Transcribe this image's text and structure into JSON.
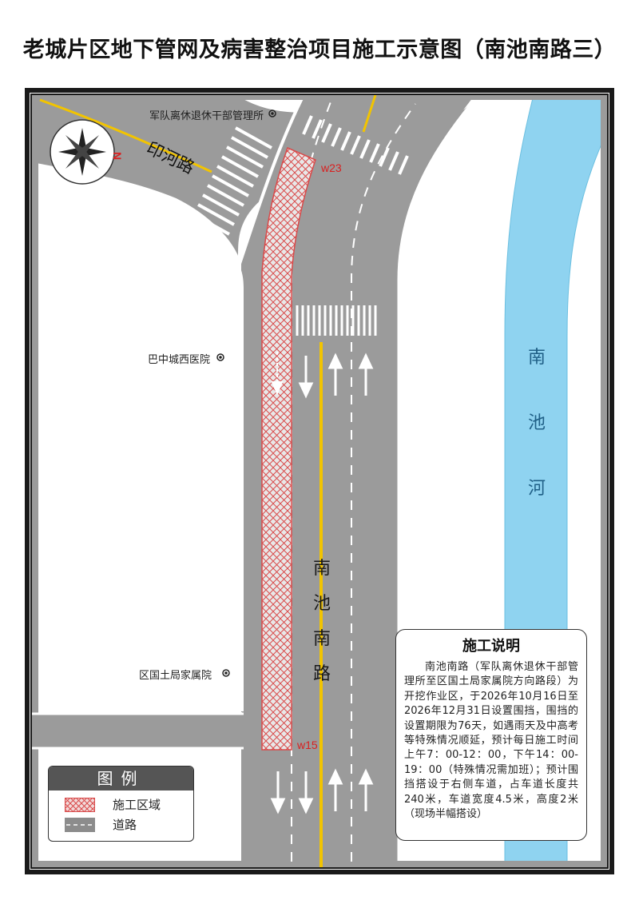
{
  "title": "老城片区地下管网及病害整治项目施工示意图（南池南路三）",
  "labels": {
    "road_yinhe": "印河路",
    "road_nanchi": [
      "南",
      "池",
      "南",
      "路"
    ],
    "river": [
      "南",
      "池",
      "河"
    ],
    "poi_military": "军队离休退休干部管理所",
    "poi_hospital": "巴中城西医院",
    "poi_land_bureau": "区国土局家属院",
    "point_start": "w23",
    "point_end": "w15",
    "compass_n": "N"
  },
  "legend": {
    "title": "图例",
    "items": [
      {
        "label": "施工区域",
        "swatch": "construction"
      },
      {
        "label": "道路",
        "swatch": "road"
      }
    ]
  },
  "notes": {
    "title": "施工说明",
    "body": "南池南路（军队离休退休干部管理所至区国土局家属院方向路段）为开挖作业区，于2026年10月16日至2026年12月31日设置围挡，围挡的设置期限为76天，如遇雨天及中高考等特殊情况顺延，预计每日施工时间上午7：00-12：00，下午14：00-19：00（特殊情况需加班）；预计围挡搭设于右侧车道，占车道长度共240米，车道宽度4.5米，高度2米（现场半幅搭设）"
  },
  "colors": {
    "road": "#9b9b9b",
    "river": "#8fd3f0",
    "construction": "#d94a4a",
    "centerline": "#f2c400",
    "frame": "#1a1a1a"
  },
  "icons": [
    "compass-icon",
    "poi-marker-icon",
    "arrow-up-icon",
    "arrow-down-icon"
  ]
}
